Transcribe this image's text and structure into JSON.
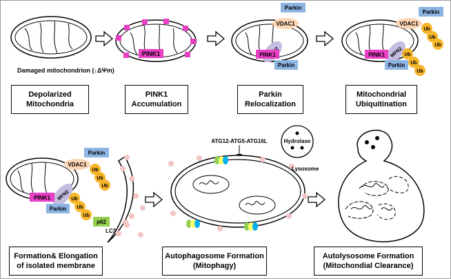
{
  "labels": {
    "pink1": "PINK1",
    "parkin": "Parkin",
    "vdac1": "VDAC1",
    "mfn2": "MFN2",
    "ub": "Ub",
    "p62": "p62",
    "lc3": "LC3",
    "hydrolase": "Hydrolase",
    "lysosome": "Lysosome",
    "atg_complex": "ATG12-ATG5-ATG16L",
    "damaged_caption": "Damaged mitochondrion (↓ΔΨm)"
  },
  "stages": [
    {
      "line1": "Depolarized",
      "line2": "Mitochondria"
    },
    {
      "line1": "PINK1",
      "line2": "Accumulation"
    },
    {
      "line1": "Parkin",
      "line2": "Relocalization"
    },
    {
      "line1": "Mitochondrial",
      "line2": "Ubiquitination"
    },
    {
      "line1": "Formation& Elongation",
      "line2": "of isolated membrane"
    },
    {
      "line1": "Autophagosome Formation",
      "line2": "(Mitophagy)"
    },
    {
      "line1": "Autolysosome Formation",
      "line2": "(Mitochondial Clearance)"
    }
  ],
  "colors": {
    "pink1": "#e83fc4",
    "parkin": "#8db4e2",
    "vdac1": "#fcd5b4",
    "mfn2": "#c5bde0",
    "ub": "#f7b529",
    "p62": "#92d050",
    "lc3_dot": "#f2c4c4",
    "atg_yellow": "#ffff66",
    "atg_blue": "#00b0f0",
    "atg_green": "#92d050"
  }
}
